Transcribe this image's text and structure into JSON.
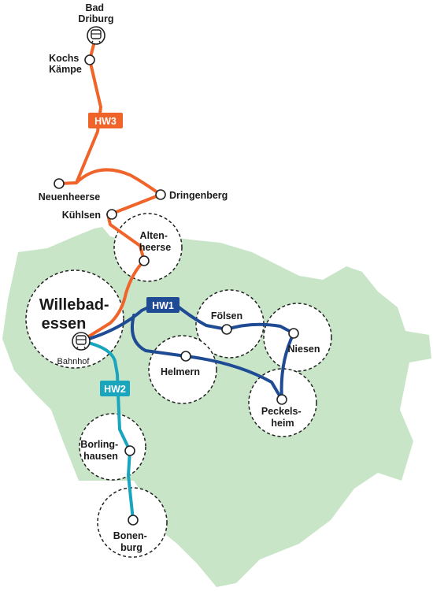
{
  "colors": {
    "land": "#c9e5c8",
    "HW1": "#1e4b93",
    "HW2": "#1aa5bf",
    "HW3": "#f0642a"
  },
  "routes": {
    "HW1": "HW1",
    "HW2": "HW2",
    "HW3": "HW3"
  },
  "stops": {
    "bad_driburg": [
      "Bad",
      "Driburg"
    ],
    "kochs_kampe": [
      "Kochs",
      "Kämpe"
    ],
    "neuenheerse": "Neuenheerse",
    "dringenberg": "Dringenberg",
    "kuehlsen": "Kühlsen",
    "altenheerse": [
      "Alten-",
      "heerse"
    ],
    "willebadessen": [
      "Willebad-",
      "essen"
    ],
    "bahnhof": "Bahnhof",
    "foelsen": "Fölsen",
    "niesen": "Niesen",
    "helmern": "Helmern",
    "peckelsheim": [
      "Peckels-",
      "heim"
    ],
    "borlinghausen": [
      "Borling-",
      "hausen"
    ],
    "bonenburg": [
      "Bonen-",
      "burg"
    ]
  },
  "icons": {
    "train": "train-icon"
  }
}
